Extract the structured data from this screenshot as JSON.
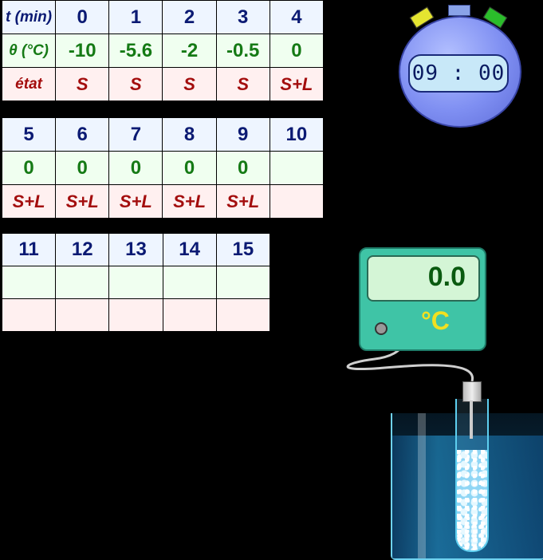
{
  "table": {
    "headers": {
      "time": "t (min)",
      "temp": "θ (°C)",
      "state": "état"
    },
    "block1": {
      "time": [
        "0",
        "1",
        "2",
        "3",
        "4"
      ],
      "temp": [
        "-10",
        "-5.6",
        "-2",
        "-0.5",
        "0"
      ],
      "state": [
        "S",
        "S",
        "S",
        "S",
        "S+L"
      ]
    },
    "block2": {
      "time": [
        "5",
        "6",
        "7",
        "8",
        "9",
        "10"
      ],
      "temp": [
        "0",
        "0",
        "0",
        "0",
        "0",
        ""
      ],
      "state": [
        "S+L",
        "S+L",
        "S+L",
        "S+L",
        "S+L",
        ""
      ]
    },
    "block3": {
      "time": [
        "11",
        "12",
        "13",
        "14",
        "15"
      ],
      "temp": [
        "",
        "",
        "",
        "",
        ""
      ],
      "state": [
        "",
        "",
        "",
        "",
        ""
      ]
    }
  },
  "stopwatch": {
    "display": "09 : 00"
  },
  "thermometer": {
    "value": "0.0",
    "unit": "°C"
  },
  "colors": {
    "time_text": "#0b1a73",
    "temp_text": "#157a15",
    "state_text": "#a30d0d",
    "display_text": "#0a5a10",
    "unit_text": "#f2e020"
  }
}
